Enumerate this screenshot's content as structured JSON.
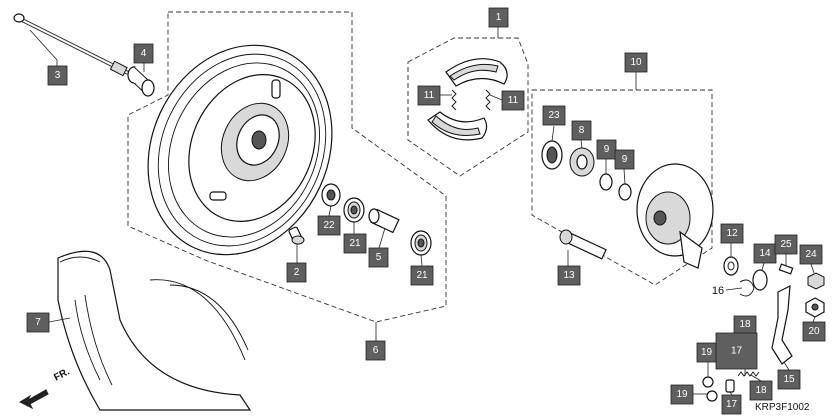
{
  "diagram": {
    "code": "KRP3F1002",
    "direction_label": "FR.",
    "callouts": [
      {
        "id": "c1",
        "label": "1"
      },
      {
        "id": "c2",
        "label": "2"
      },
      {
        "id": "c3",
        "label": "3"
      },
      {
        "id": "c4",
        "label": "4"
      },
      {
        "id": "c5",
        "label": "5"
      },
      {
        "id": "c6",
        "label": "6"
      },
      {
        "id": "c7",
        "label": "7"
      },
      {
        "id": "c8",
        "label": "8"
      },
      {
        "id": "c9a",
        "label": "9"
      },
      {
        "id": "c9b",
        "label": "9"
      },
      {
        "id": "c10",
        "label": "10"
      },
      {
        "id": "c11a",
        "label": "11"
      },
      {
        "id": "c11b",
        "label": "11"
      },
      {
        "id": "c12",
        "label": "12"
      },
      {
        "id": "c13",
        "label": "13"
      },
      {
        "id": "c14",
        "label": "14"
      },
      {
        "id": "c15",
        "label": "15"
      },
      {
        "id": "c17a",
        "label": "17"
      },
      {
        "id": "c17b",
        "label": "17"
      },
      {
        "id": "c18a",
        "label": "18"
      },
      {
        "id": "c18b",
        "label": "18"
      },
      {
        "id": "c19a",
        "label": "19"
      },
      {
        "id": "c19b",
        "label": "19"
      },
      {
        "id": "c20",
        "label": "20"
      },
      {
        "id": "c21a",
        "label": "21"
      },
      {
        "id": "c21b",
        "label": "21"
      },
      {
        "id": "c22",
        "label": "22"
      },
      {
        "id": "c23",
        "label": "23"
      },
      {
        "id": "c24",
        "label": "24"
      },
      {
        "id": "c25",
        "label": "25"
      }
    ],
    "plain_labels": [
      {
        "id": "p16",
        "label": "16"
      }
    ]
  }
}
